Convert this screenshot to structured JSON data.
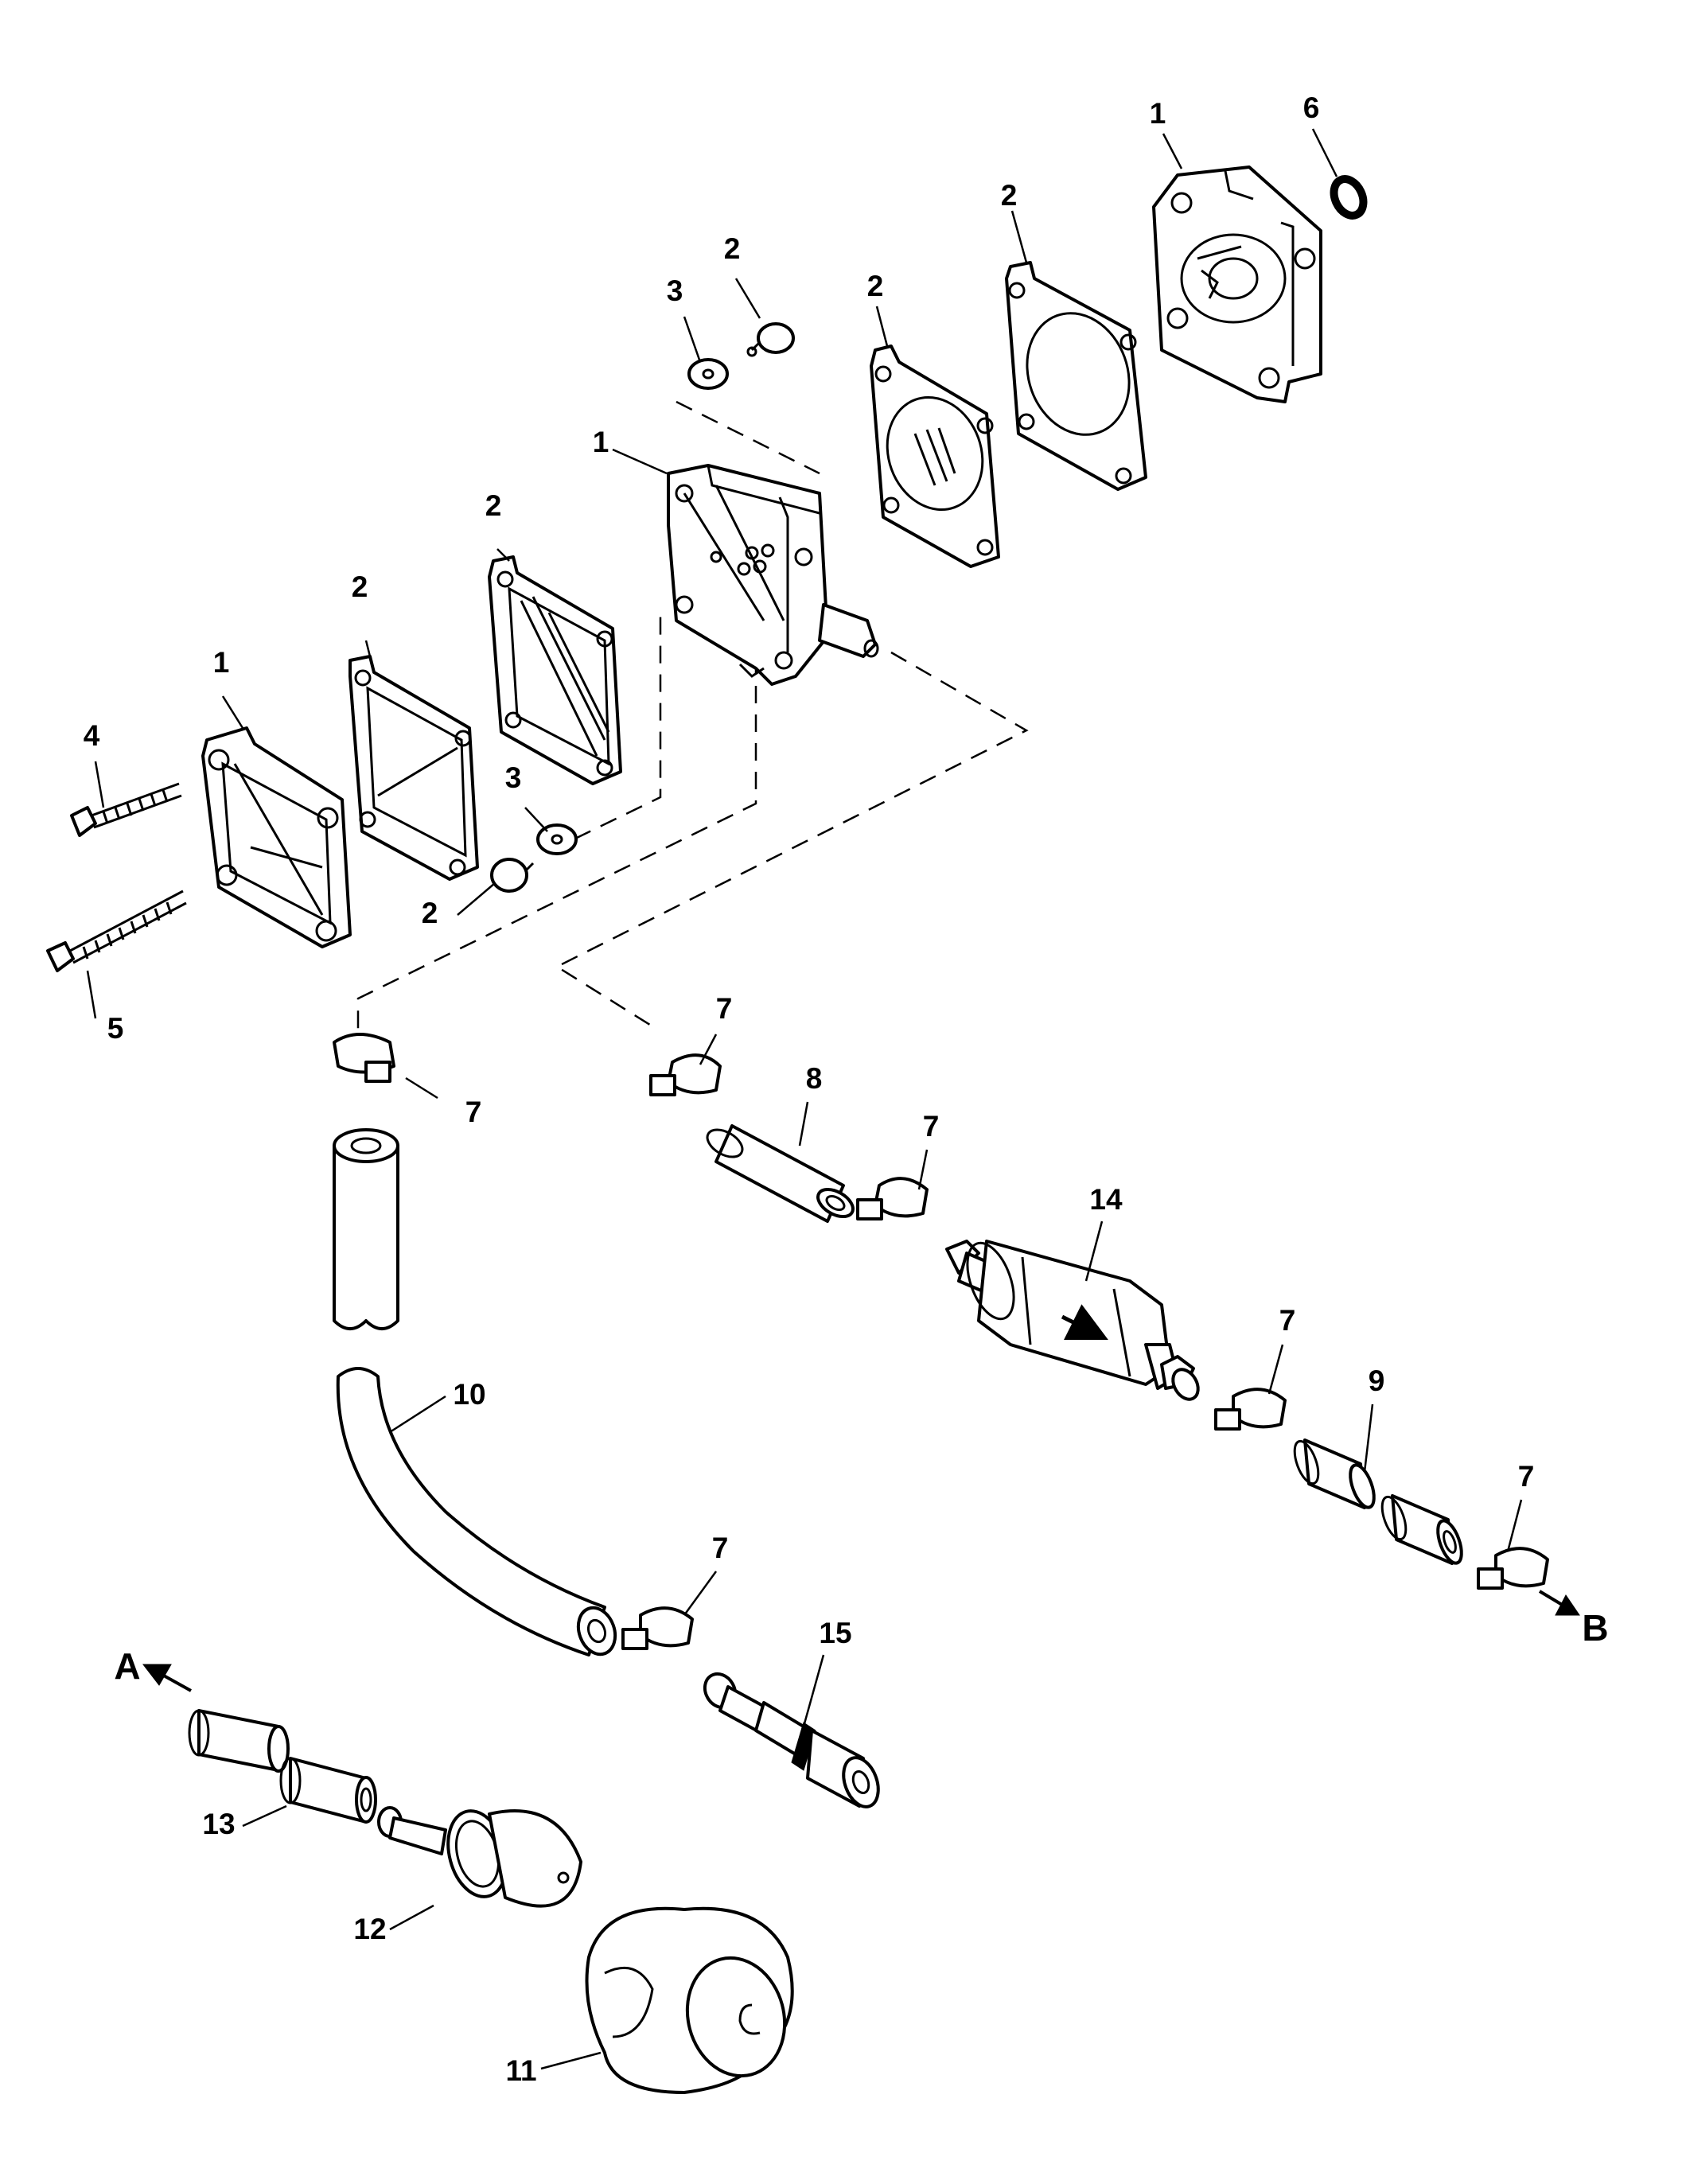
{
  "callouts": {
    "c1_top": "1",
    "c6": "6",
    "c2_gasket_right": "2",
    "c2_gasket_mid": "2",
    "c2_valve_top": "2",
    "c3_top": "3",
    "c1_pump_body": "1",
    "c2_diaphragm_left": "2",
    "c2_gasket_left": "2",
    "c1_cover": "1",
    "c4": "4",
    "c3_lower": "3",
    "c2_valve_lower": "2",
    "c5": "5",
    "c7_left_clamp": "7",
    "c7_upper_clamp": "7",
    "c8": "8",
    "c7_after_hose8": "7",
    "c14": "14",
    "c7_after_filter": "7",
    "c9": "9",
    "c7_end_clamp": "7",
    "c10": "10",
    "c7_lower_clamp": "7",
    "c15": "15",
    "c13": "13",
    "c12": "12",
    "c11": "11"
  },
  "endpoints": {
    "a": "A",
    "b": "B"
  }
}
